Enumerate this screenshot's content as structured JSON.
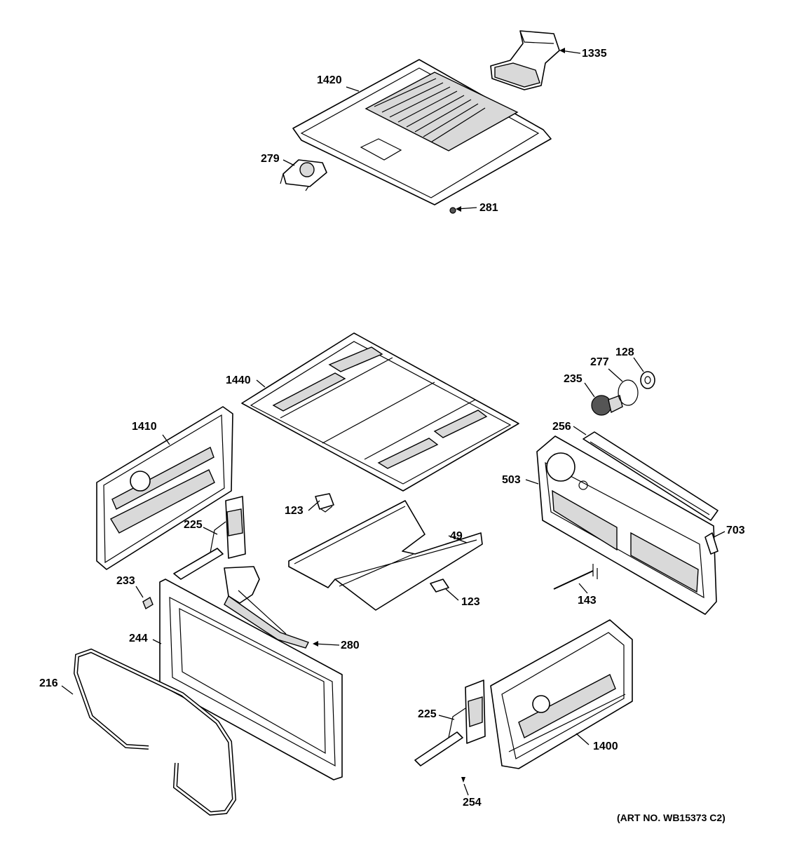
{
  "labels": {
    "p1335": "1335",
    "p1420": "1420",
    "p279": "279",
    "p281": "281",
    "p1440": "1440",
    "p128": "128",
    "p277": "277",
    "p235": "235",
    "p256": "256",
    "p1410": "1410",
    "p503": "503",
    "p123a": "123",
    "p49": "49",
    "p225a": "225",
    "p703": "703",
    "p233": "233",
    "p123b": "123",
    "p143": "143",
    "p244": "244",
    "p280": "280",
    "p216": "216",
    "p225b": "225",
    "p1400": "1400",
    "p254": "254"
  },
  "art_no": "(ART NO. WB15373 C2)"
}
